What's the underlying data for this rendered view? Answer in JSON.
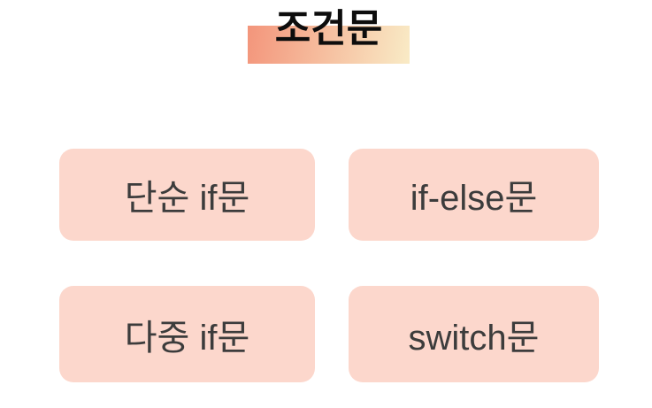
{
  "title": {
    "text": "조건문"
  },
  "boxes": [
    {
      "label": "단순 if문"
    },
    {
      "label": "if-else문"
    },
    {
      "label": "다중 if문"
    },
    {
      "label": "switch문"
    }
  ],
  "colors": {
    "background": "#ffffff",
    "banner_gradient_start": "#f3957b",
    "banner_gradient_end": "#f9ebc6",
    "box_fill": "#fcd7cc",
    "box_text": "#3c3c3c",
    "title_text": "#0d0d0d"
  }
}
